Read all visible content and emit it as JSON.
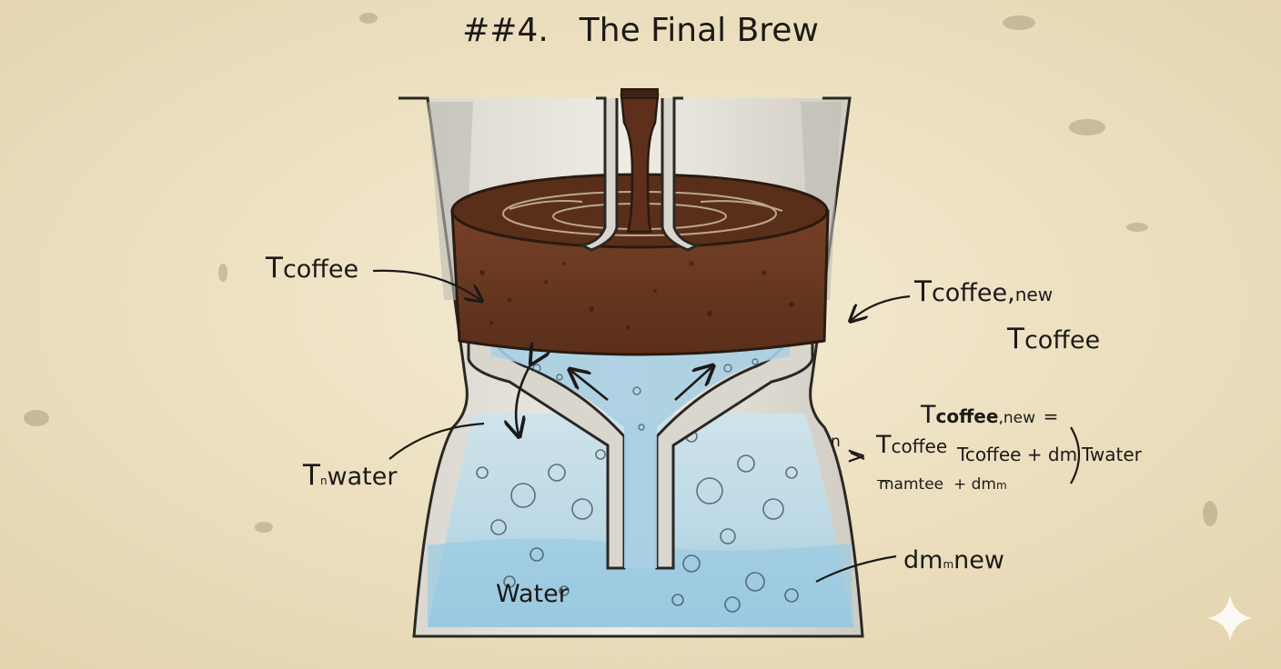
{
  "title": {
    "number": "##4.",
    "text": "The Final Brew"
  },
  "labels": {
    "t_coffee_left": {
      "main": "T",
      "rest": "coffee"
    },
    "t_water_left": {
      "main": "T",
      "sub": "n",
      "rest": "water"
    },
    "water": "Water",
    "t_coffee_new_right": {
      "main": "T",
      "rest": "coffee,",
      "sub": "new"
    },
    "t_coffee_right": {
      "main": "T",
      "rest": "coffee"
    },
    "dm_new": {
      "main": "dm",
      "sub": "m",
      "rest": "new"
    }
  },
  "equation": {
    "lhs_main": "T",
    "lhs_bold": "coffee",
    "lhs_sub": ",new",
    "equals": "=",
    "n_mark": "n",
    "gt": ">",
    "t1_main": "T",
    "t1_rest": "coffee",
    "t2": "Tcoffee + dm",
    "t3": "Twater",
    "denominator": "mamtee",
    "denom_plus": "+ dm",
    "denom_sub": "m"
  },
  "colors": {
    "paper": "#efe4c6",
    "coffee": "#6b3a22",
    "coffee_dark": "#3f2214",
    "water": "#a9cfe3",
    "water_light": "#d5e7ee",
    "glass": "#c8c4bb",
    "ink": "#1c1a17"
  }
}
